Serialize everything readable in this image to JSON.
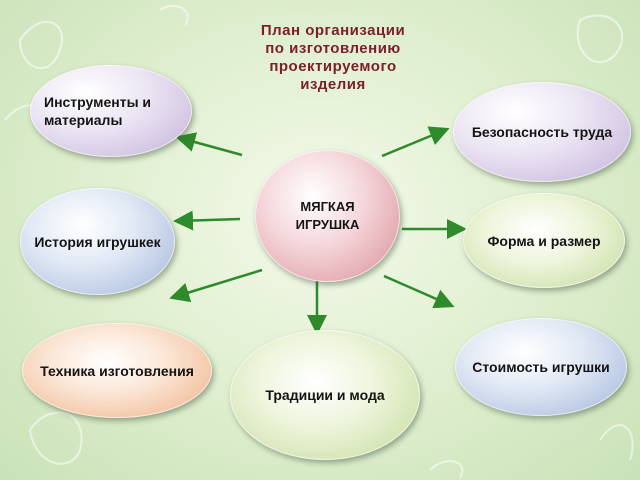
{
  "title": "План организации по изготовлению проектируемого изделия",
  "center": "МЯГКАЯ ИГРУШКА",
  "nodes": {
    "tools": "Инструменты и материалы",
    "safety": "Безопасность труда",
    "history": "История игрушкек",
    "shape": "Форма и размер",
    "technique": "Техника изготовления",
    "traditions": "Традиции и мода",
    "cost": "Стоимость игрушки"
  },
  "colors": {
    "arrow": "#2e8a2a",
    "title": "#7a1f2b"
  }
}
